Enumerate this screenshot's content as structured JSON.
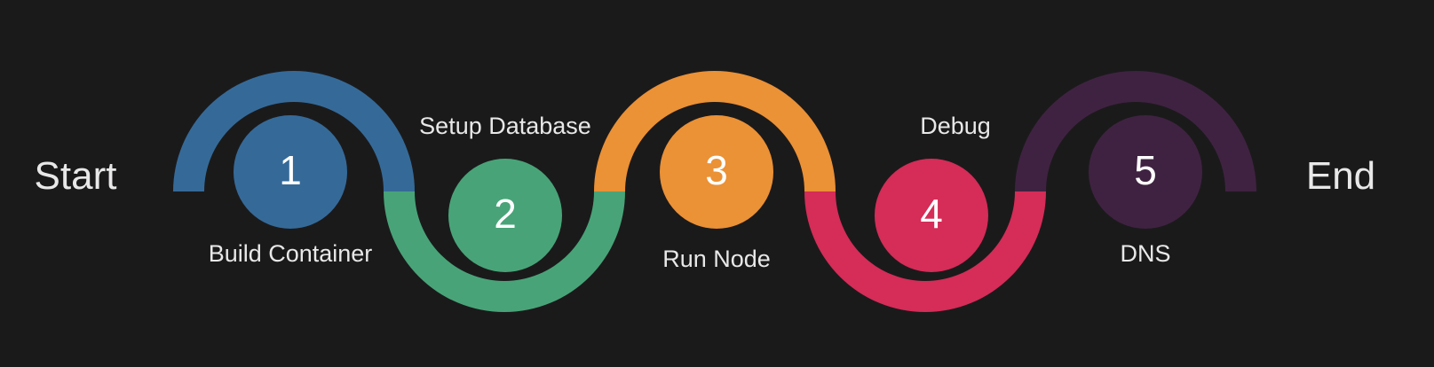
{
  "start_label": "Start",
  "end_label": "End",
  "steps": [
    {
      "number": "1",
      "label": "Build Container",
      "color": "#356a98"
    },
    {
      "number": "2",
      "label": "Setup Database",
      "color": "#48a478"
    },
    {
      "number": "3",
      "label": "Run Node",
      "color": "#eb9136"
    },
    {
      "number": "4",
      "label": "Debug",
      "color": "#d52c58"
    },
    {
      "number": "5",
      "label": "DNS",
      "color": "#3f2241"
    }
  ]
}
